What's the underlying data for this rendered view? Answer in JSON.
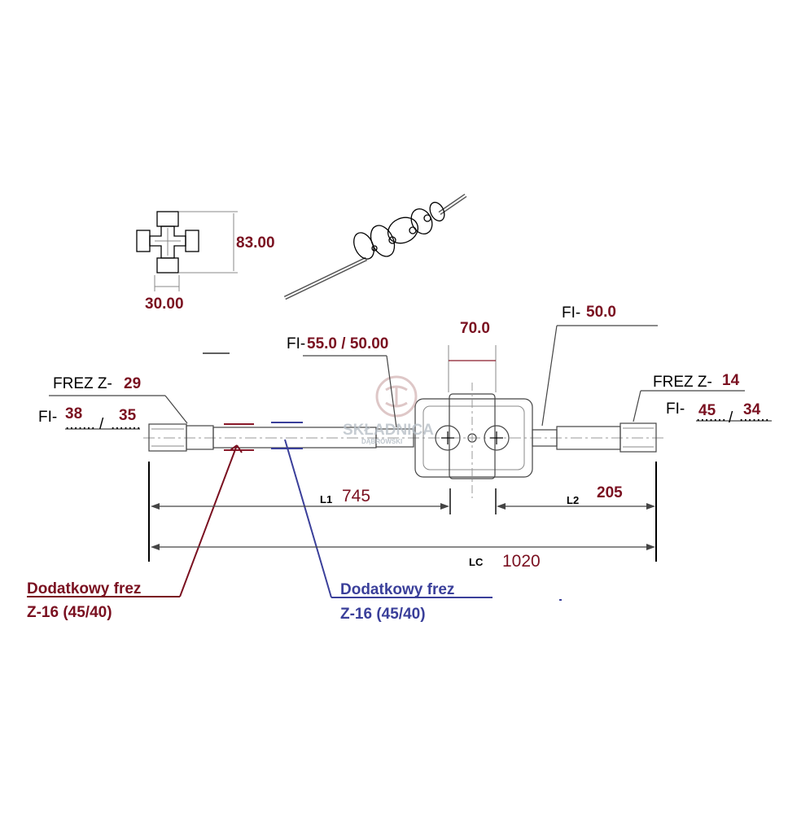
{
  "colors": {
    "maroon": "#7a1020",
    "blue": "#3a3f9a",
    "line": "#444444",
    "watermark": "#c49a9a"
  },
  "cross": {
    "height_value": "83.00",
    "width_value": "30.00"
  },
  "yoke_width": "70.0",
  "left_shaft": {
    "fi_prefix": "FI-",
    "fi_value": "55.0 / 50.00"
  },
  "right_shaft": {
    "fi_prefix": "FI-",
    "fi_value": "50.0"
  },
  "left_end": {
    "frez_prefix": "FREZ Z-",
    "frez_value": "29",
    "fi_prefix": "FI-",
    "fi_outer": "38",
    "fi_dots_1": ".......",
    "fi_slash": "/",
    "fi_inner": "35",
    "fi_dots_2": "......."
  },
  "right_end": {
    "frez_prefix": "FREZ Z-",
    "frez_value": "14",
    "fi_prefix": "FI-",
    "fi_outer": "45",
    "fi_dots_1": ".......",
    "fi_slash": "/",
    "fi_inner": "34",
    "fi_dots_2": "......."
  },
  "dimensions": {
    "l1_label": "L1",
    "l1_value": "745",
    "l2_label": "L2",
    "l2_value": "205",
    "lc_label": "LC",
    "lc_value": "1020"
  },
  "extra_spline_red": {
    "line1": "Dodatkowy frez",
    "line2": "Z-16  (45/40)"
  },
  "extra_spline_blue": {
    "line1": "Dodatkowy frez",
    "line2": "Z-16 (45/40)"
  },
  "watermark": {
    "name": "SKŁADNICA",
    "sub": "DĄBROWSKI"
  }
}
